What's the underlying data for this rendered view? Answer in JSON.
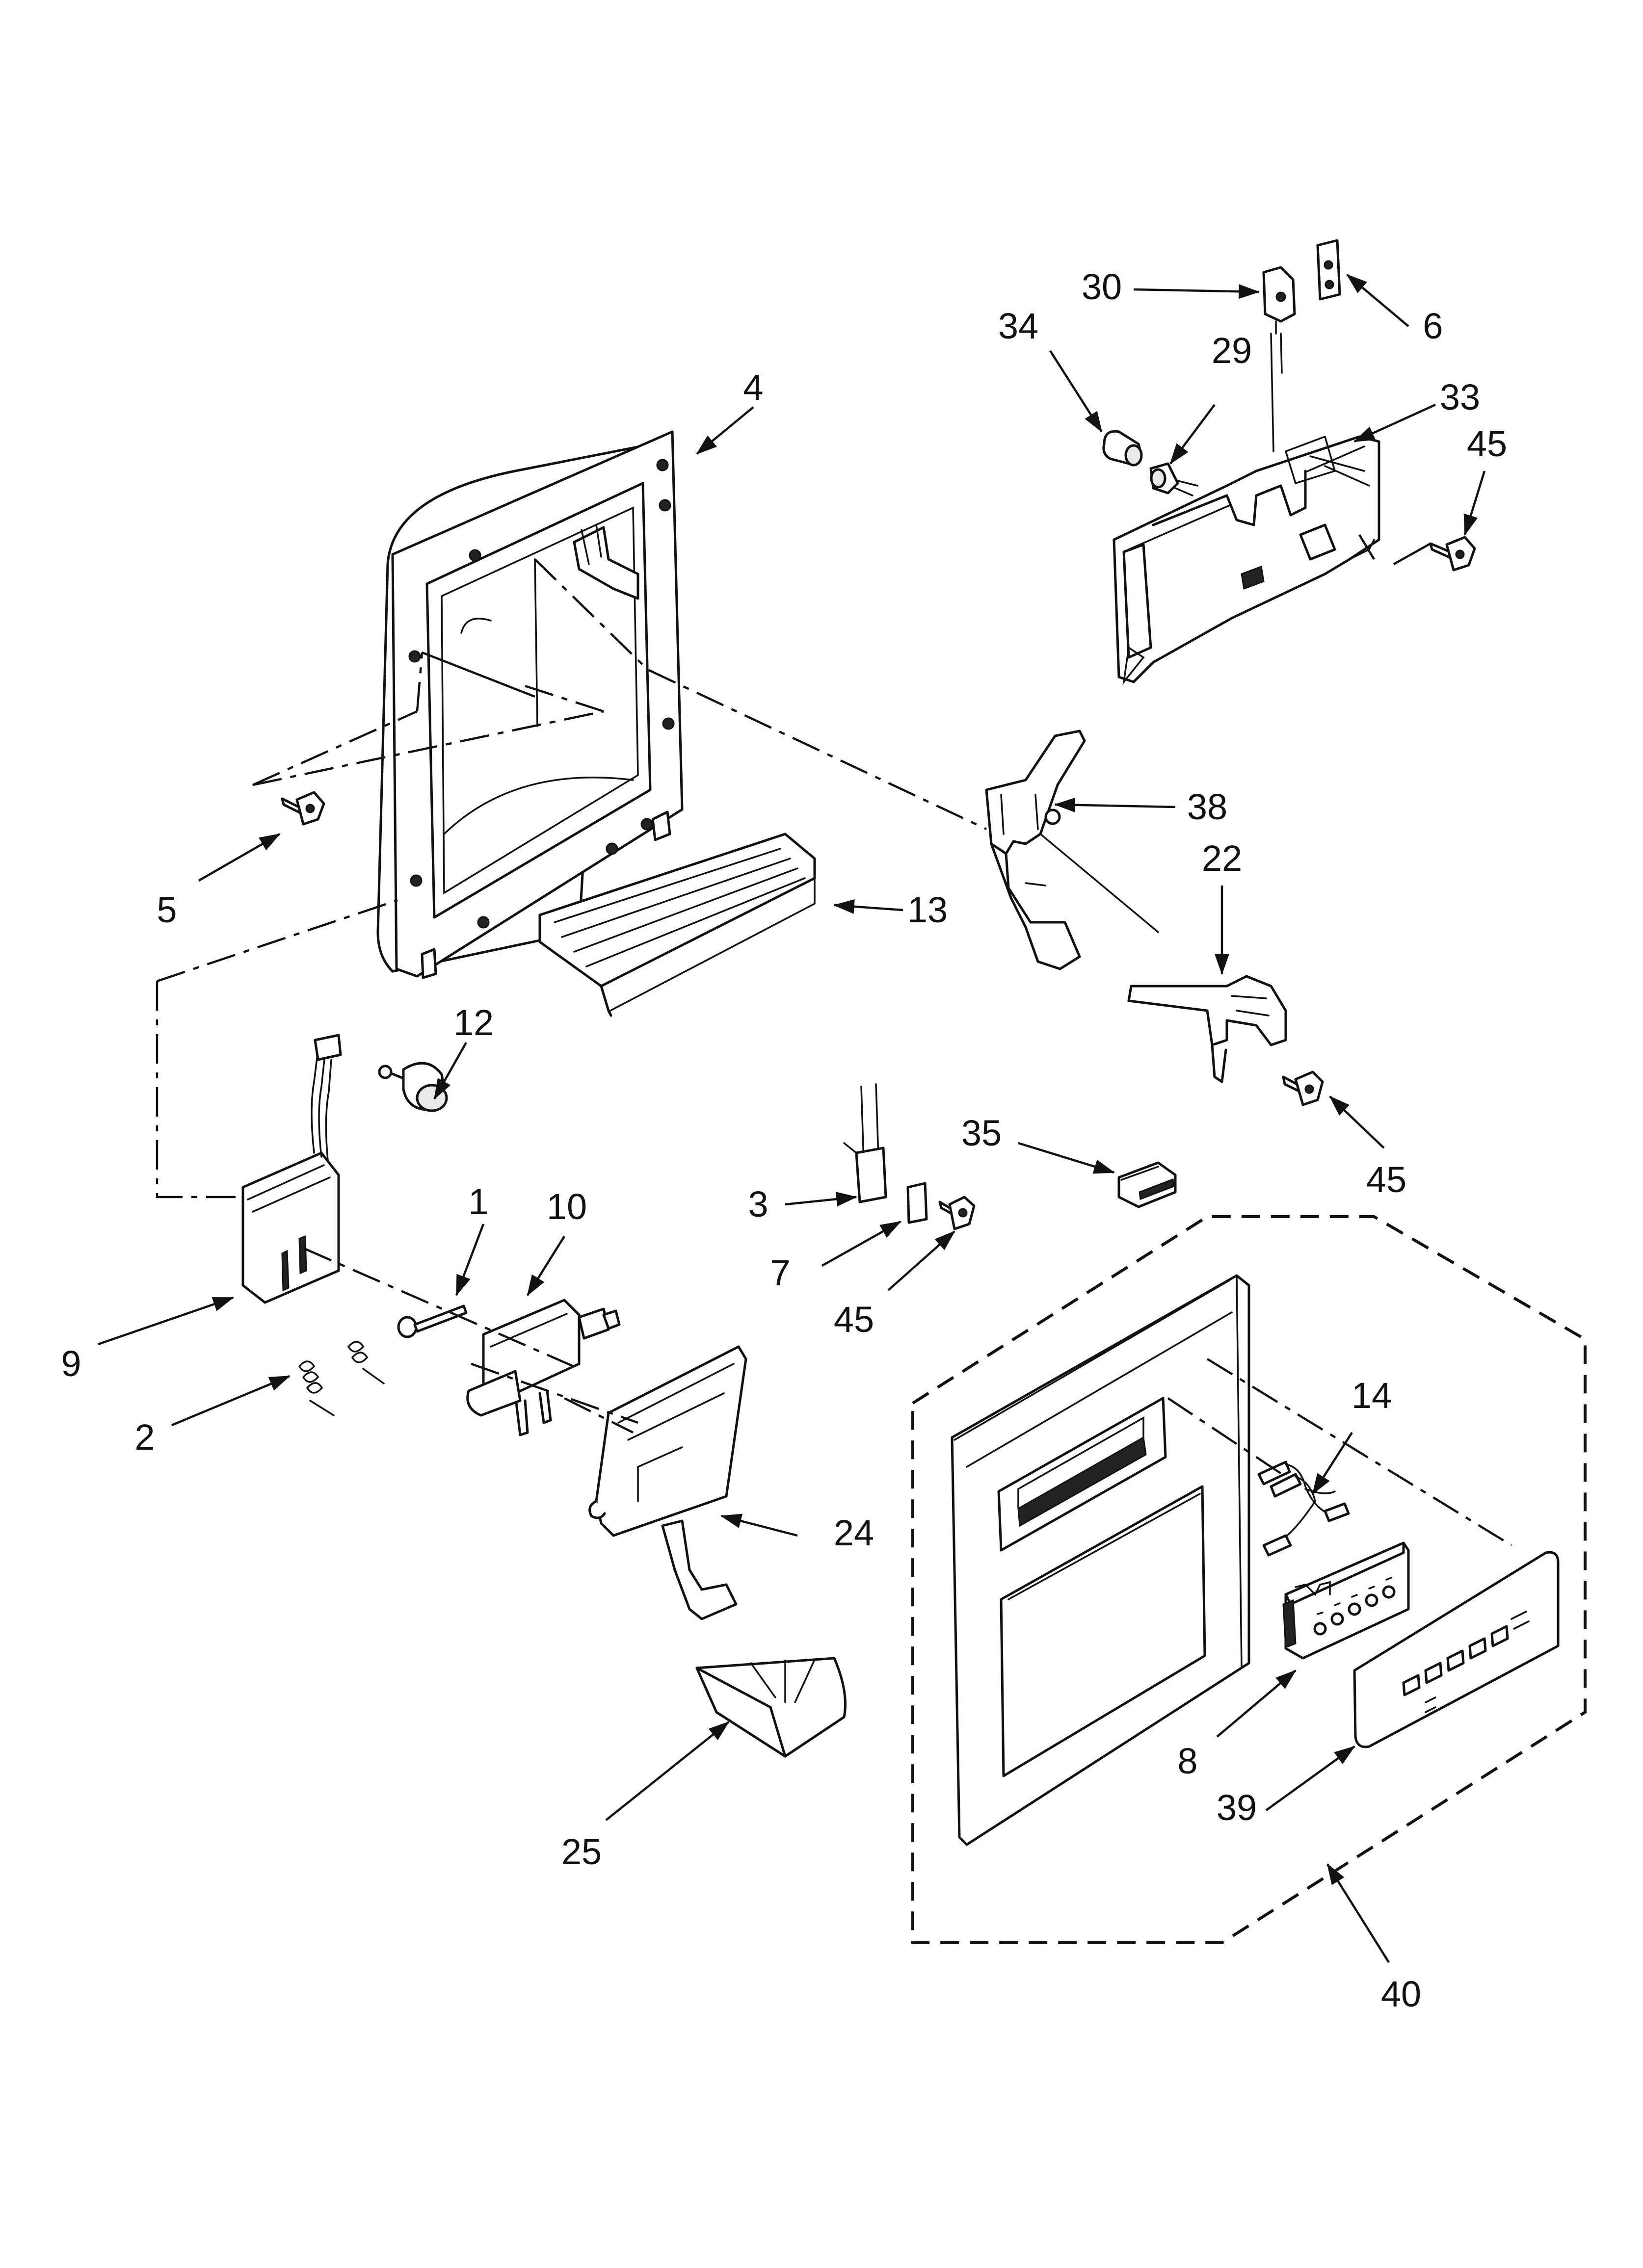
{
  "callouts": [
    {
      "id": "1",
      "label": "1"
    },
    {
      "id": "2",
      "label": "2"
    },
    {
      "id": "3",
      "label": "3"
    },
    {
      "id": "4",
      "label": "4"
    },
    {
      "id": "5",
      "label": "5"
    },
    {
      "id": "6",
      "label": "6"
    },
    {
      "id": "7",
      "label": "7"
    },
    {
      "id": "8",
      "label": "8"
    },
    {
      "id": "9",
      "label": "9"
    },
    {
      "id": "10",
      "label": "10"
    },
    {
      "id": "12",
      "label": "12"
    },
    {
      "id": "13",
      "label": "13"
    },
    {
      "id": "14",
      "label": "14"
    },
    {
      "id": "22",
      "label": "22"
    },
    {
      "id": "24",
      "label": "24"
    },
    {
      "id": "25",
      "label": "25"
    },
    {
      "id": "29",
      "label": "29"
    },
    {
      "id": "30",
      "label": "30"
    },
    {
      "id": "33",
      "label": "33"
    },
    {
      "id": "34",
      "label": "34"
    },
    {
      "id": "35",
      "label": "35"
    },
    {
      "id": "38",
      "label": "38"
    },
    {
      "id": "39",
      "label": "39"
    },
    {
      "id": "40",
      "label": "40"
    },
    {
      "id": "45a",
      "label": "45"
    },
    {
      "id": "45b",
      "label": "45"
    },
    {
      "id": "45c",
      "label": "45"
    }
  ]
}
